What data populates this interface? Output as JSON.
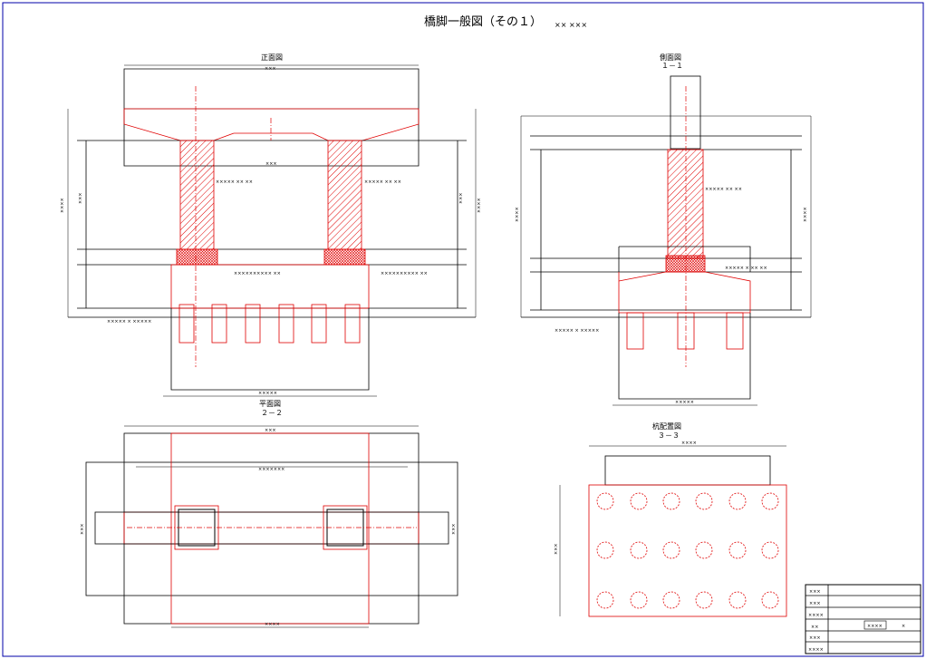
{
  "title": "橋脚一般図（その１）",
  "title_suffix": "×× ×××",
  "views": {
    "front": {
      "label": "正面図"
    },
    "side": {
      "label": "側面図",
      "section": "１－１"
    },
    "plan": {
      "label": "平面図",
      "section": "２－２"
    },
    "pile": {
      "label": "杭配置図",
      "section": "３－３"
    }
  },
  "dims": {
    "xxx": "×××",
    "xxxx": "××××",
    "xxxxx": "×××××",
    "xxxxxxx": "×××××××",
    "note1": "××××× ×× ××",
    "note2": "×××××××××× ××",
    "note3": "××××× × ×× ××",
    "level": "××××× × ×××××",
    "x": "×"
  },
  "title_block": {
    "rows": [
      "×××",
      "×××",
      "××××",
      "××",
      "×××",
      "××××"
    ],
    "value": "××××",
    "unit": "×"
  },
  "colors": {
    "outline": "#000000",
    "structure": "#e00000",
    "frame": "#0000aa"
  }
}
